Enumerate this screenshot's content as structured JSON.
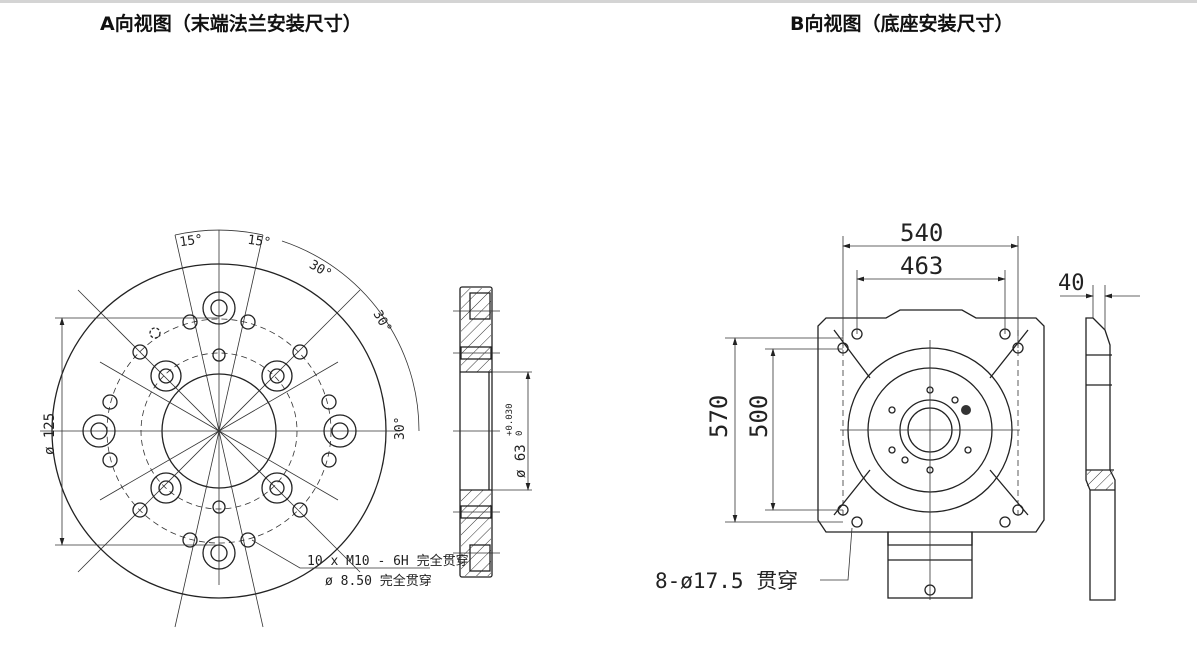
{
  "view_a": {
    "title": "A向视图（末端法兰安装尺寸）",
    "angle_1": "15°",
    "angle_2": "15°",
    "angle_3": "30°",
    "angle_4": "30°",
    "angle_5": "30°",
    "dia_bolt_circle": "ø 125",
    "dia_bore": "ø 63",
    "bore_tol_upper": "+0.030",
    "bore_tol_lower": "0",
    "note_thread": "10 x  M10 - 6H 完全贯穿",
    "note_hole": "ø  8.50 完全贯穿"
  },
  "view_b": {
    "title": "B向视图（底座安装尺寸）",
    "dim_width_outer": "540",
    "dim_width_inner": "463",
    "dim_thickness": "40",
    "dim_height_outer": "570",
    "dim_height_inner": "500",
    "note_holes": "8-ø17.5  贯穿"
  }
}
